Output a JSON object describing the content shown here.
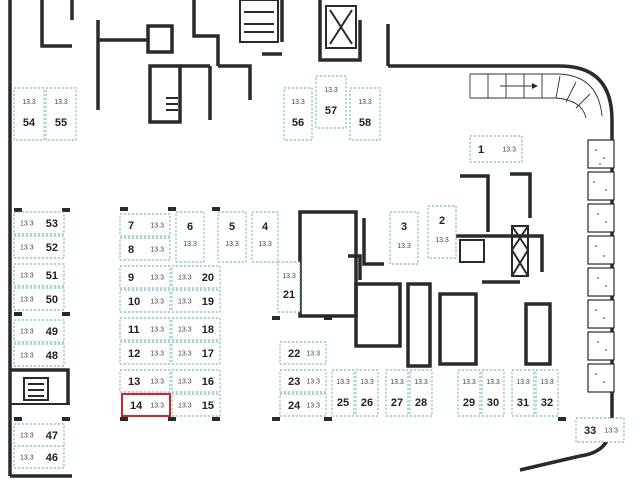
{
  "plan": {
    "selected_spot": "14",
    "colors": {
      "spot_border": "#5fa9b6",
      "selected_border": "#d4232b",
      "wall": "#2a2a2a"
    },
    "spots": [
      {
        "num": "54",
        "area": "13.3"
      },
      {
        "num": "55",
        "area": "13.3"
      },
      {
        "num": "56",
        "area": "13.3"
      },
      {
        "num": "57",
        "area": "13.3"
      },
      {
        "num": "58",
        "area": "13.3"
      },
      {
        "num": "1",
        "area": "13.3"
      },
      {
        "num": "2",
        "area": "13.3"
      },
      {
        "num": "3",
        "area": "13.3"
      },
      {
        "num": "4",
        "area": "13.3"
      },
      {
        "num": "5",
        "area": "13.3"
      },
      {
        "num": "6",
        "area": "13.3"
      },
      {
        "num": "7",
        "area": "13.3"
      },
      {
        "num": "8",
        "area": "13.3"
      },
      {
        "num": "9",
        "area": "13.3"
      },
      {
        "num": "10",
        "area": "13.3"
      },
      {
        "num": "11",
        "area": "13.3"
      },
      {
        "num": "12",
        "area": "13.3"
      },
      {
        "num": "13",
        "area": "13.3"
      },
      {
        "num": "14",
        "area": "13.3"
      },
      {
        "num": "15",
        "area": "13.3"
      },
      {
        "num": "16",
        "area": "13.3"
      },
      {
        "num": "17",
        "area": "13.3"
      },
      {
        "num": "18",
        "area": "13.3"
      },
      {
        "num": "19",
        "area": "13.3"
      },
      {
        "num": "20",
        "area": "13.3"
      },
      {
        "num": "21",
        "area": "13.3"
      },
      {
        "num": "22",
        "area": "13.3"
      },
      {
        "num": "23",
        "area": "13.3"
      },
      {
        "num": "24",
        "area": "13.3"
      },
      {
        "num": "25",
        "area": "13.3"
      },
      {
        "num": "26",
        "area": "13.3"
      },
      {
        "num": "27",
        "area": "13.3"
      },
      {
        "num": "28",
        "area": "13.3"
      },
      {
        "num": "29",
        "area": "13.3"
      },
      {
        "num": "30",
        "area": "13.3"
      },
      {
        "num": "31",
        "area": "13.3"
      },
      {
        "num": "32",
        "area": "13.3"
      },
      {
        "num": "33",
        "area": "13.3"
      },
      {
        "num": "46",
        "area": "13.3"
      },
      {
        "num": "47",
        "area": "13.3"
      },
      {
        "num": "48",
        "area": "13.3"
      },
      {
        "num": "49",
        "area": "13.3"
      },
      {
        "num": "50",
        "area": "13.3"
      },
      {
        "num": "51",
        "area": "13.3"
      },
      {
        "num": "52",
        "area": "13.3"
      },
      {
        "num": "53",
        "area": "13.3"
      }
    ]
  }
}
